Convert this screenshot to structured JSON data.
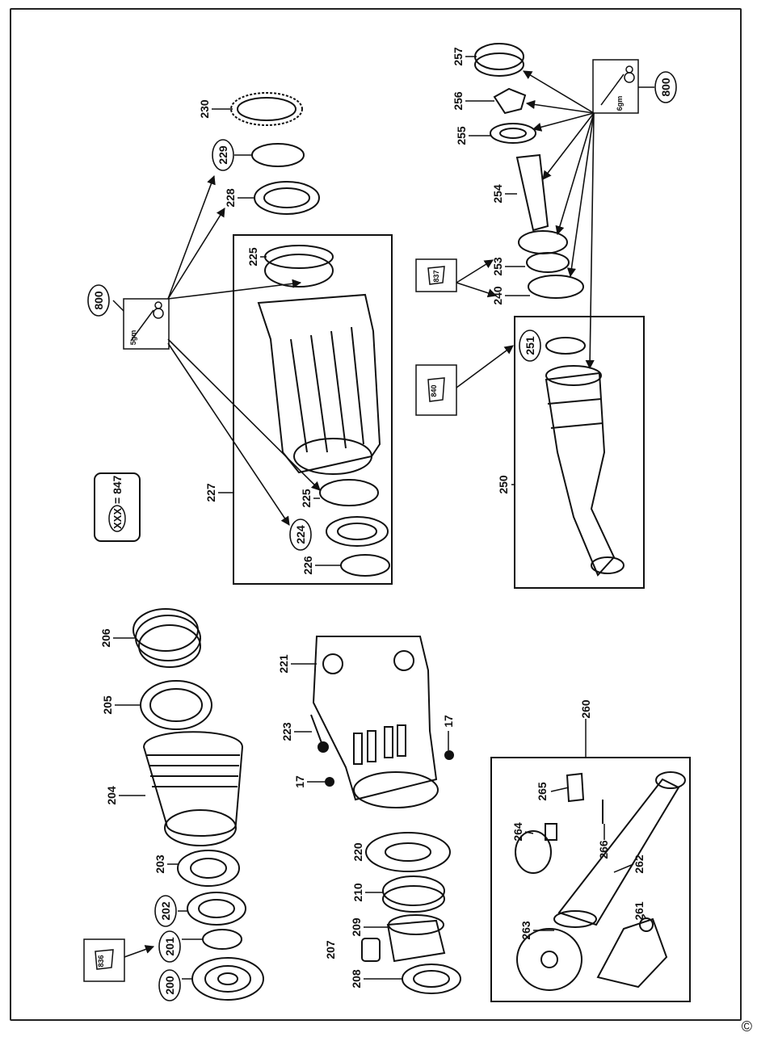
{
  "diagram": {
    "legend_code": "XXX",
    "legend_value": "= 847",
    "copyright": "©",
    "parts": {
      "p17a": "17",
      "p17b": "17",
      "p200": "200",
      "p201": "201",
      "p202": "202",
      "p203": "203",
      "p204": "204",
      "p205": "205",
      "p206": "206",
      "p207": "207",
      "p208": "208",
      "p209": "209",
      "p210": "210",
      "p220": "220",
      "p221": "221",
      "p223": "223",
      "p224": "224",
      "p225a": "225",
      "p225b": "225",
      "p226": "226",
      "p227": "227",
      "p228": "228",
      "p229": "229",
      "p230": "230",
      "p240": "240",
      "p250": "250",
      "p251": "251",
      "p253": "253",
      "p254": "254",
      "p255": "255",
      "p256": "256",
      "p257": "257",
      "p260": "260",
      "p261": "261",
      "p262": "262",
      "p263": "263",
      "p264": "264",
      "p265": "265",
      "p266": "266",
      "p800a": "800",
      "p800b": "800"
    },
    "kits": {
      "k836": "836",
      "k837": "837",
      "k840": "840"
    },
    "grease": {
      "g5": "5gm",
      "g6": "6gm"
    }
  }
}
